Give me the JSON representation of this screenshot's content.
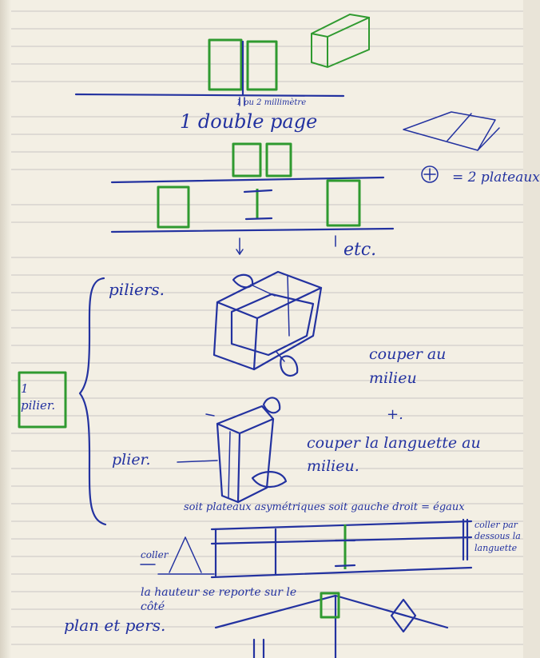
{
  "notes": {
    "gap_note": "1 ou 2 millimètre",
    "double_page": "1 double page",
    "plus_symbol": "+",
    "plateaux": "= 2 plateaux",
    "etc": "etc.",
    "piliers_heading": "piliers.",
    "cut_middle": "couper au milieu",
    "plus2": "+.",
    "cut_tab": "couper la languette au milieu.",
    "fold_label": "plier.",
    "one_pillar": "1 pilier.",
    "asym_line": "soit plateaux asymétriques soit gauche droit = égaux",
    "coller": "coller",
    "coller_par_dessous": "coller par dessous la languette",
    "height_note": "la hauteur se reporte sur le côté",
    "plan": "plan et pers."
  },
  "colors": {
    "ink": "#2332a0",
    "highlight": "#2f9a2f",
    "paper": "#f3efe4"
  }
}
